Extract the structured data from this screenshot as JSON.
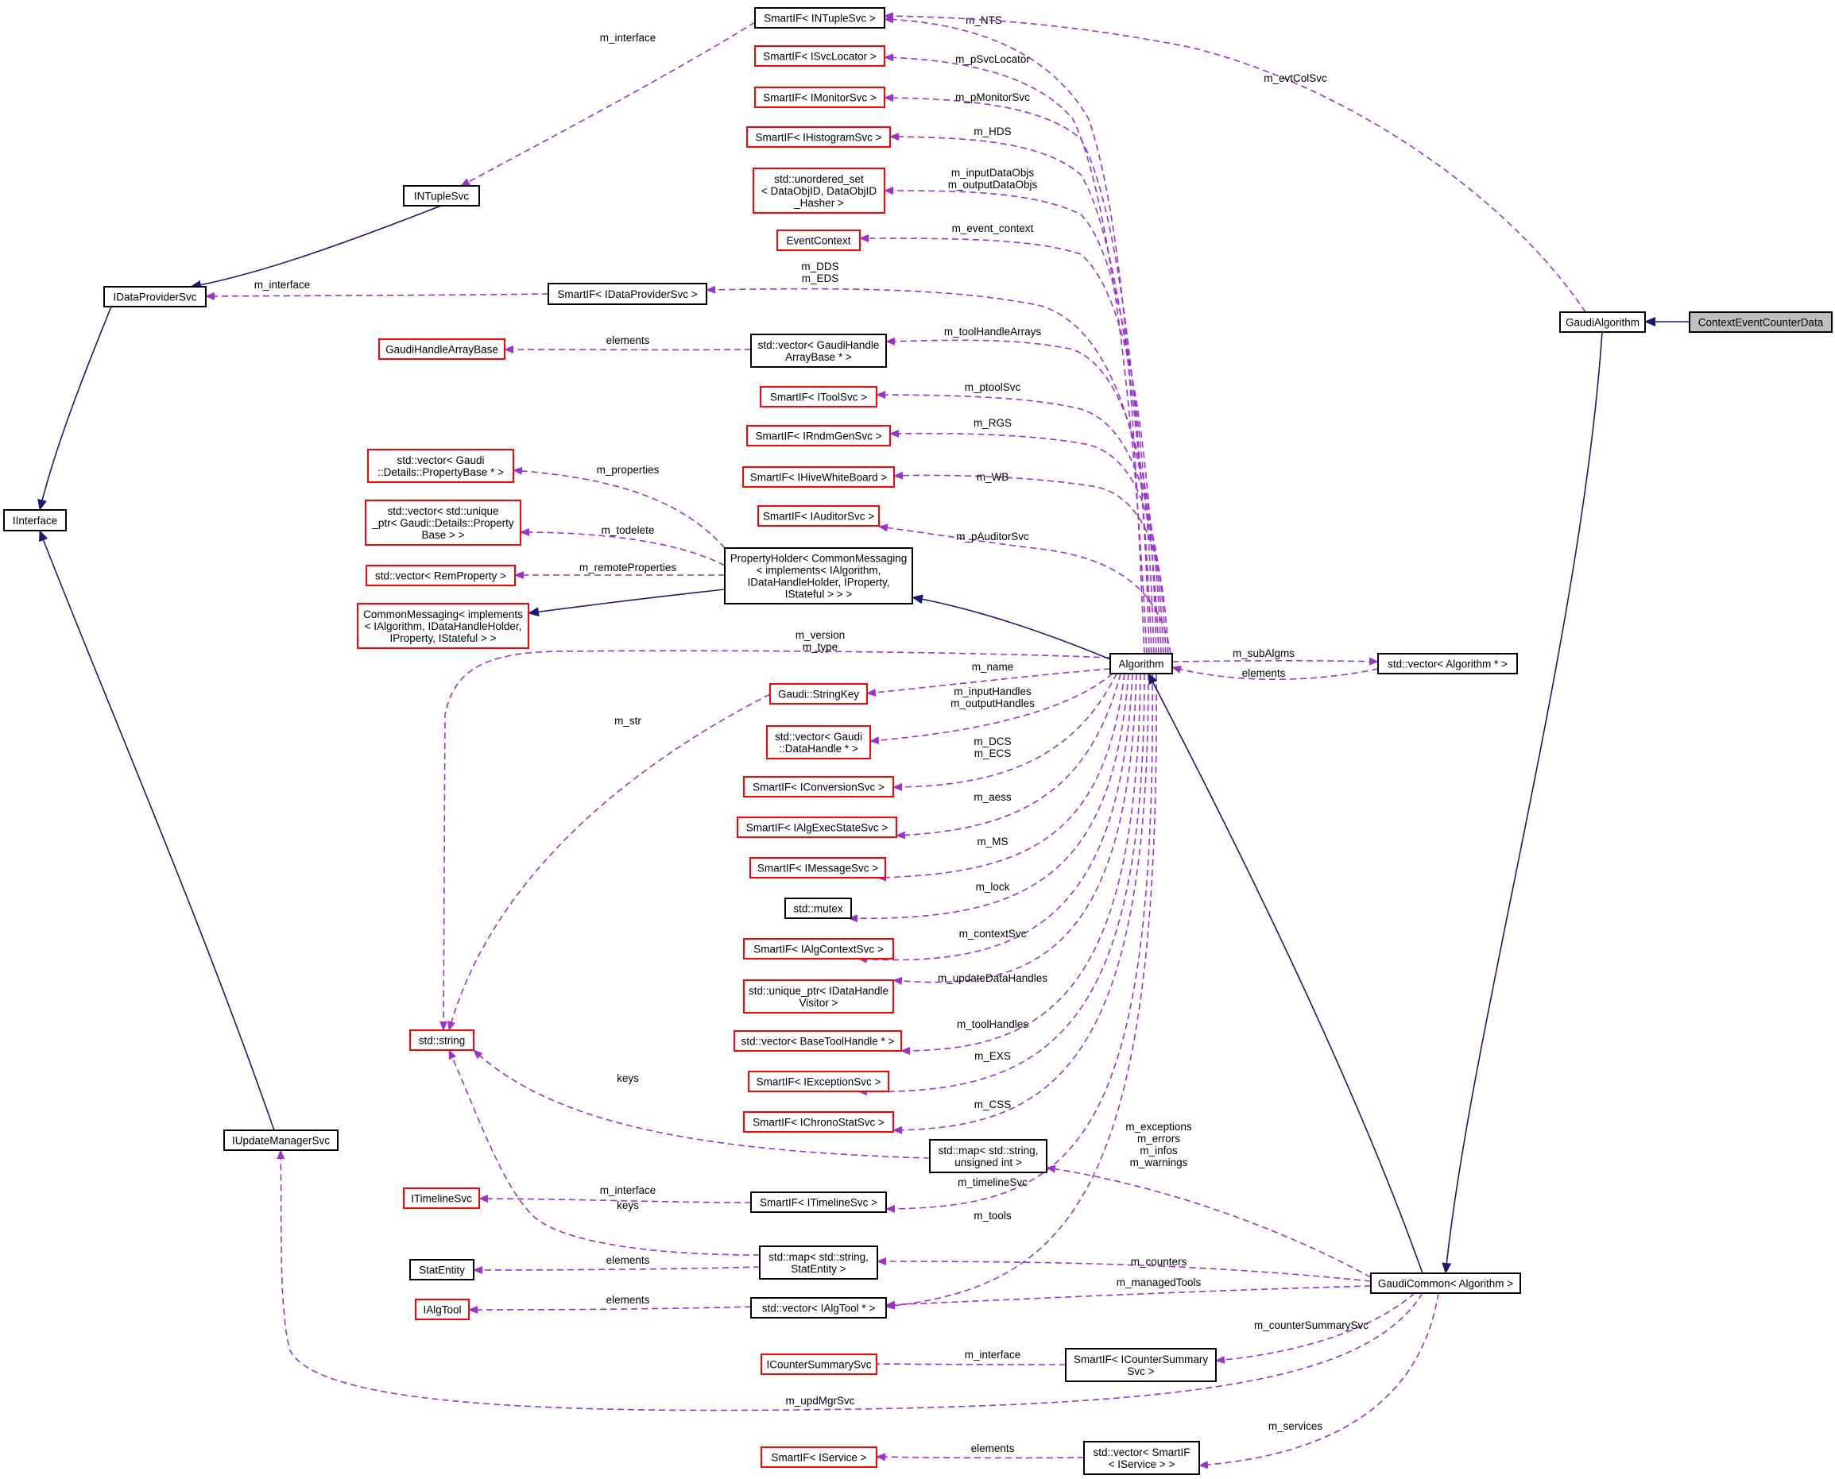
{
  "colors": {
    "usage_edge": "#9a32cd",
    "inherit_edge": "#191970",
    "red_border": "#ff0000",
    "black_border": "#000000",
    "selected_fill": "#bfbfbf"
  },
  "nodes": {
    "ContextEventCounterData": {
      "lines": [
        "ContextEventCounterData"
      ],
      "style": "sel"
    },
    "GaudiAlgorithm": {
      "lines": [
        "GaudiAlgorithm"
      ],
      "style": "black"
    },
    "GaudiCommon": {
      "lines": [
        "GaudiCommon< Algorithm >"
      ],
      "style": "black"
    },
    "Algorithm": {
      "lines": [
        "Algorithm"
      ],
      "style": "black"
    },
    "PropertyHolder": {
      "lines": [
        "PropertyHolder< CommonMessaging",
        "< implements< IAlgorithm,",
        "IDataHandleHolder, IProperty,",
        "IStateful > > >"
      ],
      "style": "black"
    },
    "CommonMessaging": {
      "lines": [
        "CommonMessaging< implements",
        "< IAlgorithm, IDataHandleHolder,",
        "IProperty, IStateful > >"
      ],
      "style": "red"
    },
    "VecPropertyBase": {
      "lines": [
        "std::vector< Gaudi",
        "::Details::PropertyBase * >"
      ],
      "style": "red"
    },
    "VecUniquePtr": {
      "lines": [
        "std::vector< std::unique",
        "_ptr< Gaudi::Details::Property",
        "Base > >"
      ],
      "style": "red"
    },
    "VecRemProperty": {
      "lines": [
        "std::vector< RemProperty >"
      ],
      "style": "red"
    },
    "IInterface": {
      "lines": [
        "IInterface"
      ],
      "style": "black"
    },
    "IDataProviderSvc": {
      "lines": [
        "IDataProviderSvc"
      ],
      "style": "black"
    },
    "INTupleSvc": {
      "lines": [
        "INTupleSvc"
      ],
      "style": "black"
    },
    "IUpdateManagerSvc": {
      "lines": [
        "IUpdateManagerSvc"
      ],
      "style": "black"
    },
    "GaudiHandleArrayBase": {
      "lines": [
        "GaudiHandleArrayBase"
      ],
      "style": "red"
    },
    "SmartINTupleSvc": {
      "lines": [
        "SmartIF< INTupleSvc >"
      ],
      "style": "black"
    },
    "SmartISvcLocator": {
      "lines": [
        "SmartIF< ISvcLocator >"
      ],
      "style": "red"
    },
    "SmartIMonitorSvc": {
      "lines": [
        "SmartIF< IMonitorSvc >"
      ],
      "style": "red"
    },
    "SmartIHistogramSvc": {
      "lines": [
        "SmartIF< IHistogramSvc >"
      ],
      "style": "red"
    },
    "UnorderedSet": {
      "lines": [
        "std::unordered_set",
        "< DataObjID, DataObjID",
        "_Hasher >"
      ],
      "style": "red"
    },
    "EventContext": {
      "lines": [
        "EventContext"
      ],
      "style": "red"
    },
    "SmartIDataProviderSvc": {
      "lines": [
        "SmartIF< IDataProviderSvc >"
      ],
      "style": "black"
    },
    "VecGaudiHandleArrayBase": {
      "lines": [
        "std::vector< GaudiHandle",
        "ArrayBase * >"
      ],
      "style": "black"
    },
    "SmartIToolSvc": {
      "lines": [
        "SmartIF< IToolSvc >"
      ],
      "style": "red"
    },
    "SmartIRndmGenSvc": {
      "lines": [
        "SmartIF< IRndmGenSvc >"
      ],
      "style": "red"
    },
    "SmartIHiveWhiteBoard": {
      "lines": [
        "SmartIF< IHiveWhiteBoard >"
      ],
      "style": "red"
    },
    "SmartIAuditorSvc": {
      "lines": [
        "SmartIF< IAuditorSvc >"
      ],
      "style": "red"
    },
    "StringKey": {
      "lines": [
        "Gaudi::StringKey"
      ],
      "style": "red"
    },
    "VecDataHandle": {
      "lines": [
        "std::vector< Gaudi",
        "::DataHandle * >"
      ],
      "style": "red"
    },
    "SmartIConversionSvc": {
      "lines": [
        "SmartIF< IConversionSvc >"
      ],
      "style": "red"
    },
    "SmartIAlgExecStateSvc": {
      "lines": [
        "SmartIF< IAlgExecStateSvc >"
      ],
      "style": "red"
    },
    "SmartIMessageSvc": {
      "lines": [
        "SmartIF< IMessageSvc >"
      ],
      "style": "red"
    },
    "StdMutex": {
      "lines": [
        "std::mutex"
      ],
      "style": "black"
    },
    "SmartIAlgContextSvc": {
      "lines": [
        "SmartIF< IAlgContextSvc >"
      ],
      "style": "red"
    },
    "UniquePtrVisitor": {
      "lines": [
        "std::unique_ptr< IDataHandle",
        "Visitor >"
      ],
      "style": "red"
    },
    "VecBaseToolHandle": {
      "lines": [
        "std::vector< BaseToolHandle * >"
      ],
      "style": "red"
    },
    "SmartIExceptionSvc": {
      "lines": [
        "SmartIF< IExceptionSvc >"
      ],
      "style": "red"
    },
    "SmartIChronoStatSvc": {
      "lines": [
        "SmartIF< IChronoStatSvc >"
      ],
      "style": "red"
    },
    "StdString": {
      "lines": [
        "std::string"
      ],
      "style": "red"
    },
    "MapStringUint": {
      "lines": [
        "std::map< std::string,",
        "unsigned int >"
      ],
      "style": "black"
    },
    "ITimelineSvc": {
      "lines": [
        "ITimelineSvc"
      ],
      "style": "red"
    },
    "SmartITimelineSvc": {
      "lines": [
        "SmartIF< ITimelineSvc >"
      ],
      "style": "black"
    },
    "StatEntity": {
      "lines": [
        "StatEntity"
      ],
      "style": "black"
    },
    "MapStringStatEntity": {
      "lines": [
        "std::map< std::string,",
        "StatEntity >"
      ],
      "style": "black"
    },
    "IAlgTool": {
      "lines": [
        "IAlgTool"
      ],
      "style": "red"
    },
    "VecIAlgTool": {
      "lines": [
        "std::vector< IAlgTool * >"
      ],
      "style": "black"
    },
    "ICounterSummarySvc": {
      "lines": [
        "ICounterSummarySvc"
      ],
      "style": "red"
    },
    "SmartICounterSummarySvc": {
      "lines": [
        "SmartIF< ICounterSummary",
        "Svc >"
      ],
      "style": "black"
    },
    "SmartIService": {
      "lines": [
        "SmartIF< IService >"
      ],
      "style": "red"
    },
    "VecSmartIService": {
      "lines": [
        "std::vector< SmartIF",
        "< IService > >"
      ],
      "style": "black"
    },
    "VecAlgorithm": {
      "lines": [
        "std::vector< Algorithm * >"
      ],
      "style": "black"
    }
  },
  "edges": {
    "e_NTS": {
      "label": [
        "m_NTS"
      ]
    },
    "e_evtColSvc": {
      "label": [
        "m_evtColSvc"
      ]
    },
    "e_pSvcLocator": {
      "label": [
        "m_pSvcLocator"
      ]
    },
    "e_pMonitorSvc": {
      "label": [
        "m_pMonitorSvc"
      ]
    },
    "e_HDS": {
      "label": [
        "m_HDS"
      ]
    },
    "e_dataObjs": {
      "label": [
        "m_inputDataObjs",
        "m_outputDataObjs"
      ]
    },
    "e_event_context": {
      "label": [
        "m_event_context"
      ]
    },
    "e_DDS": {
      "label": [
        "m_DDS",
        "m_EDS"
      ]
    },
    "e_toolHandleArrays": {
      "label": [
        "m_toolHandleArrays"
      ]
    },
    "e_ptoolSvc": {
      "label": [
        "m_ptoolSvc"
      ]
    },
    "e_RGS": {
      "label": [
        "m_RGS"
      ]
    },
    "e_WB": {
      "label": [
        "m_WB"
      ]
    },
    "e_pAuditorSvc": {
      "label": [
        "m_pAuditorSvc"
      ]
    },
    "e_version": {
      "label": [
        "m_version",
        "m_type"
      ]
    },
    "e_name": {
      "label": [
        "m_name"
      ]
    },
    "e_handles": {
      "label": [
        "m_inputHandles",
        "m_outputHandles"
      ]
    },
    "e_DCS": {
      "label": [
        "m_DCS",
        "m_ECS"
      ]
    },
    "e_aess": {
      "label": [
        "m_aess"
      ]
    },
    "e_MS": {
      "label": [
        "m_MS"
      ]
    },
    "e_lock": {
      "label": [
        "m_lock"
      ]
    },
    "e_contextSvc": {
      "label": [
        "m_contextSvc"
      ]
    },
    "e_updateDataHandles": {
      "label": [
        "m_updateDataHandles"
      ]
    },
    "e_toolHandles": {
      "label": [
        "m_toolHandles"
      ]
    },
    "e_EXS": {
      "label": [
        "m_EXS"
      ]
    },
    "e_CSS": {
      "label": [
        "m_CSS"
      ]
    },
    "e_timelineSvc": {
      "label": [
        "m_timelineSvc"
      ]
    },
    "e_tools": {
      "label": [
        "m_tools"
      ]
    },
    "e_subAlgms": {
      "label": [
        "m_subAlgms"
      ]
    },
    "e_subElements": {
      "label": [
        "elements"
      ]
    },
    "e_properties": {
      "label": [
        "m_properties"
      ]
    },
    "e_todelete": {
      "label": [
        "m_todelete"
      ]
    },
    "e_remoteProperties": {
      "label": [
        "m_remoteProperties"
      ]
    },
    "e_str": {
      "label": [
        "m_str"
      ]
    },
    "e_mapKeys": {
      "label": [
        "keys"
      ]
    },
    "e_statKeys": {
      "label": [
        "keys"
      ]
    },
    "e_interfaceNT": {
      "label": [
        "m_interface"
      ]
    },
    "e_interfaceDP": {
      "label": [
        "m_interface"
      ]
    },
    "e_ghElements": {
      "label": [
        "elements"
      ]
    },
    "e_interfaceTL": {
      "label": [
        "m_interface"
      ]
    },
    "e_statElements": {
      "label": [
        "elements"
      ]
    },
    "e_toolElements": {
      "label": [
        "elements"
      ]
    },
    "e_interfaceCS": {
      "label": [
        "m_interface"
      ]
    },
    "e_svcElements": {
      "label": [
        "elements"
      ]
    },
    "e_counterMaps": {
      "label": [
        "m_exceptions",
        "m_errors",
        "m_infos",
        "m_warnings"
      ]
    },
    "e_counters": {
      "label": [
        "m_counters"
      ]
    },
    "e_managedTools": {
      "label": [
        "m_managedTools"
      ]
    },
    "e_counterSummarySvc": {
      "label": [
        "m_counterSummarySvc"
      ]
    },
    "e_updMgrSvc": {
      "label": [
        "m_updMgrSvc"
      ]
    },
    "e_services": {
      "label": [
        "m_services"
      ]
    },
    "i_GaudiAlgorithm": {
      "label": []
    },
    "i_GaudiCommon": {
      "label": []
    },
    "i_Algorithm": {
      "label": []
    },
    "i_PropertyHolder": {
      "label": []
    },
    "i_IDataProviderSvc": {
      "label": []
    },
    "i_INTupleSvc": {
      "label": []
    },
    "i_IUpdateManagerSvc": {
      "label": []
    }
  }
}
